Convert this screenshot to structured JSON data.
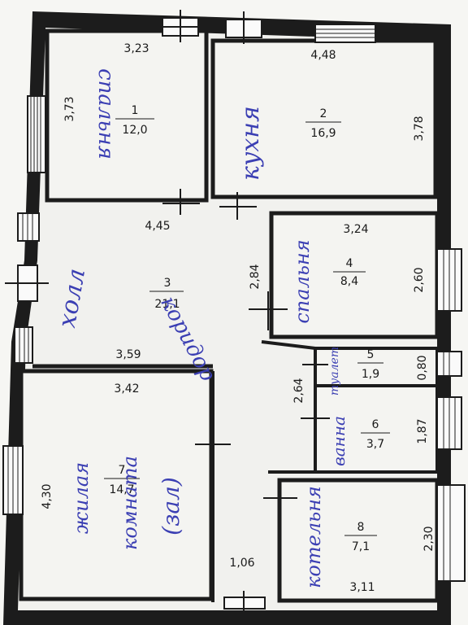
{
  "rooms": [
    {
      "number": "1",
      "area": "12,0",
      "label": "спальня"
    },
    {
      "number": "2",
      "area": "16,9",
      "label": "кухня"
    },
    {
      "number": "3",
      "area": "21,1",
      "label": "холл",
      "label2": "коридор"
    },
    {
      "number": "4",
      "area": "8,4",
      "label": "спальня"
    },
    {
      "number": "5",
      "area": "1,9",
      "label": "туалет"
    },
    {
      "number": "6",
      "area": "3,7",
      "label": "ванна"
    },
    {
      "number": "7",
      "area": "14,7",
      "label": "жилая",
      "label2": "комната",
      "label3": "(зал)"
    },
    {
      "number": "8",
      "area": "7,1",
      "label": "котельня"
    }
  ],
  "dimensions": {
    "r1_width": "3,23",
    "r1_height": "3,73",
    "r2_width": "4,48",
    "r2_height": "3,78",
    "r3_width_top": "4,45",
    "r3_width_bottom": "3,59",
    "r3_wall": "2,84",
    "r4_width": "3,24",
    "r4_height": "2,60",
    "r5_height": "0,80",
    "r5_6_height": "2,64",
    "r6_height": "1,87",
    "r7_width": "3,42",
    "r7_height": "4,30",
    "corridor_width": "1,06",
    "r8_width": "3,11",
    "r8_height": "2,30"
  }
}
